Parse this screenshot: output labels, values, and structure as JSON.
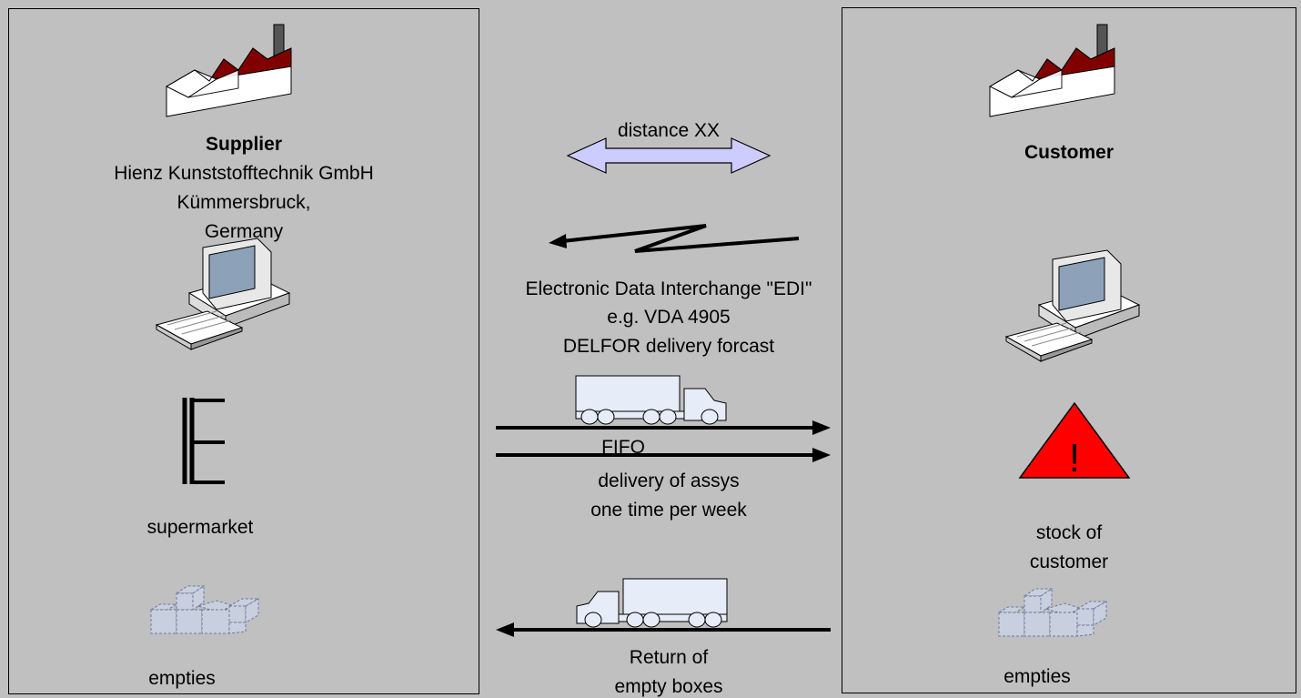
{
  "supplier": {
    "title": "Supplier",
    "company": "Hienz Kunststofftechnik GmbH",
    "city": "Kümmersbruck,",
    "country": "Germany",
    "supermarket_label": "supermarket",
    "empties_label": "empties"
  },
  "customer": {
    "title": "Customer",
    "stock_label_line1": "stock of",
    "stock_label_line2": "customer",
    "warning_symbol": "!",
    "empties_label": "empties"
  },
  "flows": {
    "distance_label": "distance XX",
    "edi_line1": "Electronic Data Interchange \"EDI\"",
    "edi_line2": "e.g. VDA 4905",
    "edi_line3": "DELFOR delivery forcast",
    "fifo_label": "FIFO",
    "delivery_line1": "delivery of assys",
    "delivery_line2": "one time per week",
    "return_line1": "Return of",
    "return_line2": "empty boxes"
  },
  "colors": {
    "background": "#c0c0c0",
    "factory_roof": "#800000",
    "double_arrow_fill": "#ccccff",
    "truck_fill": "#e6ecf8",
    "warning_red": "#ff0000"
  },
  "icons": [
    "factory-icon",
    "computer-icon",
    "supermarket-rack-icon",
    "boxes-icon",
    "double-arrow-icon",
    "edi-lightning-arrow-icon",
    "truck-icon",
    "warning-icon"
  ]
}
